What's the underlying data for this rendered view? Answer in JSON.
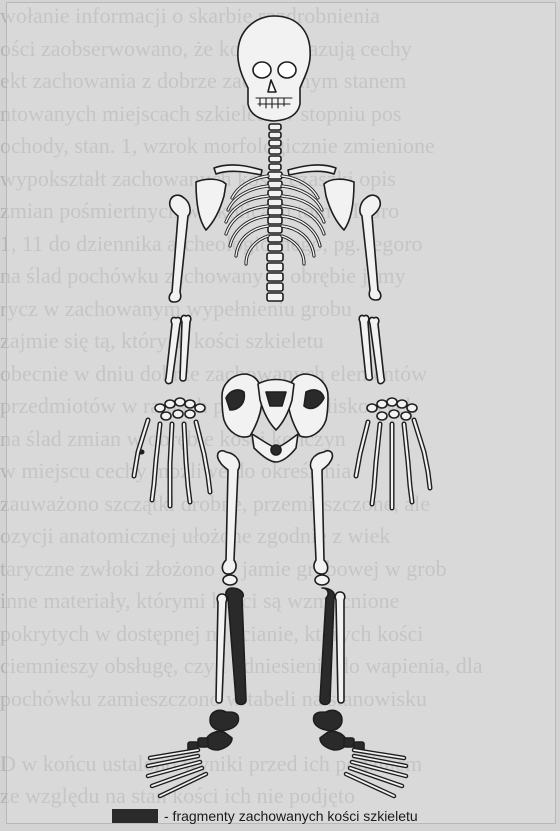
{
  "legend": {
    "label": "- fragmenty zachowanych kości szkieletu",
    "swatch_color": "#2a2a2a"
  },
  "background_text": [
    "wołanie informacji o skarbie rozdrobnienia",
    "ości zaobserwowano, że kości wykazują cechy",
    "ekt zachowania z dobrze zachowanym stanem",
    "ntowanych miejscach szkieletu w stopniu pos",
    "ochody, stan. 1, wzrok morfologicznie zmienione",
    "wypokształt zachowanych kości czaszki opis",
    "zmian pośmiertnych w okolicach tom VI Gro",
    "1, 11 do dziennika archeologicznego, pg. tegoro",
    "na ślad pochówku zachowany w obrębie jamy",
    "rycz w zachowanym wypełnieniu grobu",
    "zajmie się tą, których kości szkieletu",
    "obecnie w dniu dobrze zachowanych elementów",
    "przedmiotów w ramach prac wykopaliskowych",
    "na ślad zmian w obrębie kości kończyn",
    "w miejscu cechy możliwe do określenia",
    "zauważono szczątki drobne, przemieszczone, ale",
    "ozycji anatomicznej ułożone zgodnie z wiek",
    "taryczne zwłoki złożono w jamie grobowej w grob",
    "inne materiały, którymi kości są wzmocnione",
    "pokrytych w dostępnej na ścianie, których kości",
    "ciemnieszy obsługę, czyli odniesienie do wapienia, dla",
    "pochówku zamieszczono w tabeli na stanowisku",
    "",
    "D w końcu ustalono wyniki przed ich podaniem",
    "ze względu na stan kości ich nie podjęto"
  ]
}
